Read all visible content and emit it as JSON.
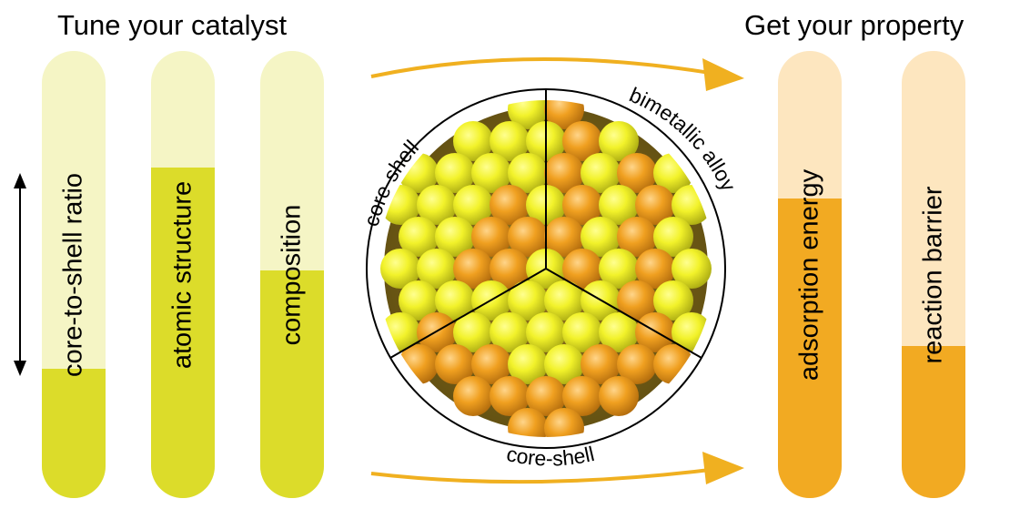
{
  "headings": {
    "left": "Tune your catalyst",
    "right": "Get your property"
  },
  "bars": [
    {
      "id": "core-to-shell-ratio",
      "label": "core-to-shell ratio",
      "fill_fraction": 0.29,
      "color": "#dcdc2a",
      "track": "#f5f5c5"
    },
    {
      "id": "atomic-structure",
      "label": "atomic structure",
      "fill_fraction": 0.74,
      "color": "#dcdc2a",
      "track": "#f5f5c5"
    },
    {
      "id": "composition",
      "label": "composition",
      "fill_fraction": 0.51,
      "color": "#dcdc2a",
      "track": "#f5f5c5"
    },
    {
      "id": "adsorption-energy",
      "label": "adsorption energy",
      "fill_fraction": 0.67,
      "color": "#f2aa22",
      "track": "#fde6bf"
    },
    {
      "id": "reaction-barrier",
      "label": "reaction barrier",
      "fill_fraction": 0.34,
      "color": "#f2aa22",
      "track": "#fde6bf"
    }
  ],
  "sectors": {
    "top_left": "core-shell",
    "top_right": "bimetallic alloy",
    "bottom": "core-shell"
  },
  "colors": {
    "yellow_atom": "#ecec22",
    "orange_atom": "#f0a020",
    "arrow": "#f0b020"
  }
}
